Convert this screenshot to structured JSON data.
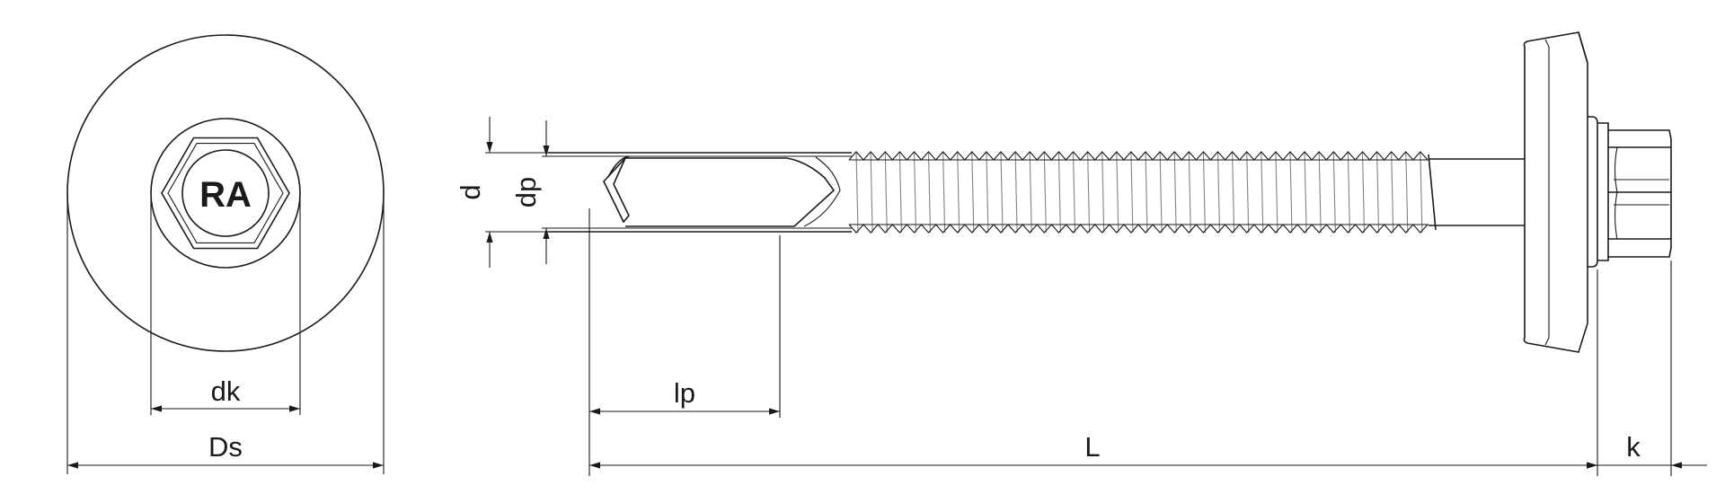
{
  "head_marking": "RA",
  "dimensions": {
    "d": "d",
    "dp": "dp",
    "dk": "dk",
    "Ds": "Ds",
    "lp": "lp",
    "L": "L",
    "k": "k"
  },
  "colors": {
    "line": "#1a1a1a",
    "background": "#ffffff"
  }
}
